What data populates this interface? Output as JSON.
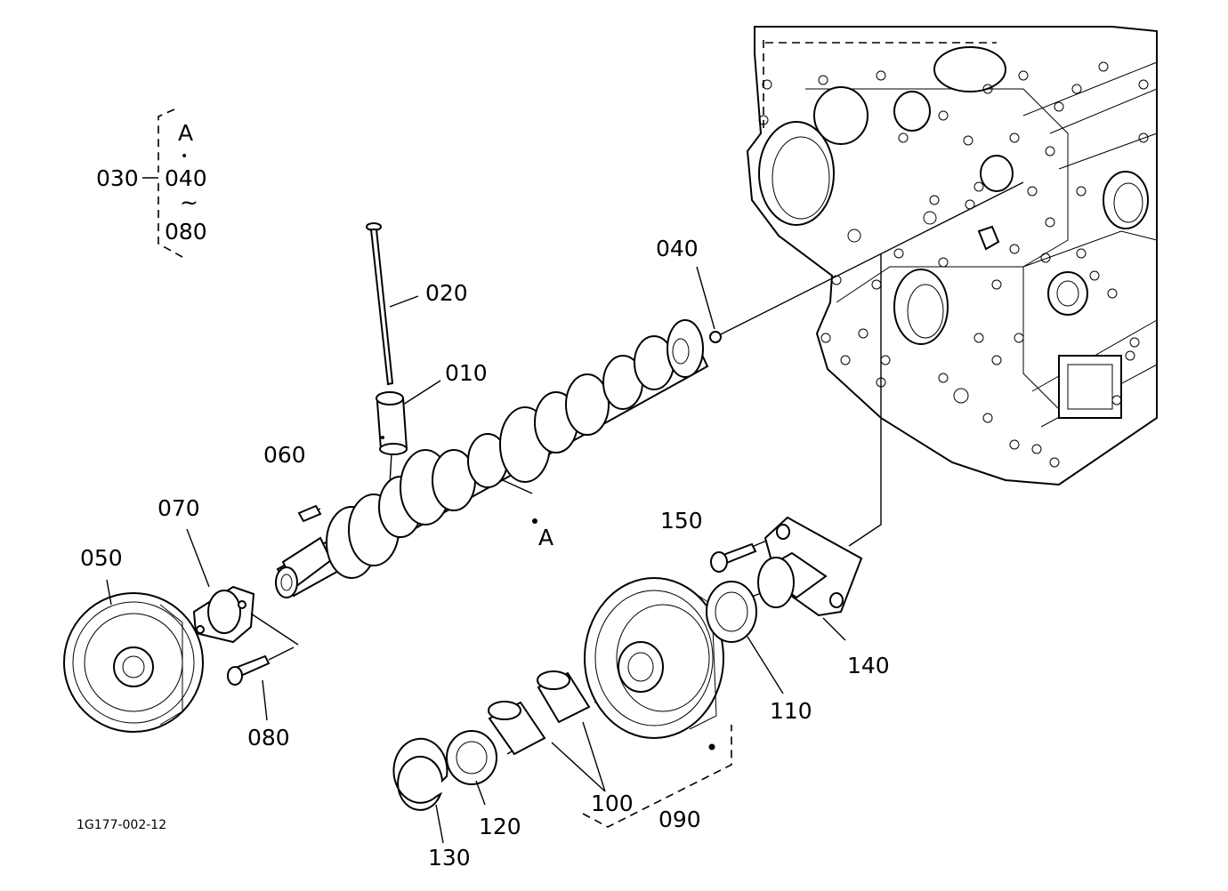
{
  "labels": {
    "p010": "010",
    "p020": "020",
    "p030": "030",
    "p040": "040",
    "p050": "050",
    "p060": "060",
    "p070": "070",
    "p080": "080",
    "p090": "090",
    "p100": "100",
    "p110": "110",
    "p120": "120",
    "p130": "130",
    "p140": "140",
    "p150": "150"
  },
  "bracket": {
    "top": "A",
    "middle": "040",
    "bottom": "080",
    "range_symbol": "~",
    "dot": "•"
  },
  "ref_a": "A",
  "drawing_code": "1G177-002-12",
  "colors": {
    "line": "#000000",
    "background": "#ffffff"
  }
}
